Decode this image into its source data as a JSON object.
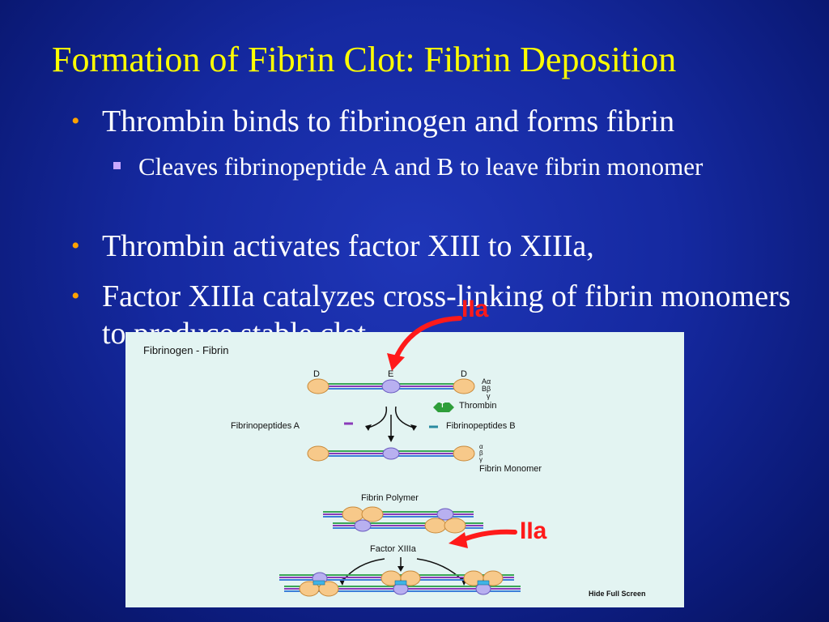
{
  "slide": {
    "title": "Formation of Fibrin Clot: Fibrin Deposition",
    "bullets": [
      {
        "text": "Thrombin binds to fibrinogen and forms fibrin"
      },
      {
        "text": "Thrombin activates factor XIII to XIIIa,"
      },
      {
        "text": "Factor XIIIa catalyzes cross-linking of fibrin monomers to produce stable clot"
      }
    ],
    "sub_bullet": "Cleaves fibrinopeptide A and B to leave fibrin monomer",
    "bullet_marker": "•"
  },
  "annotations": {
    "iia_top": "IIa",
    "iia_mid": "IIa",
    "arrow_color": "#ff1a1a"
  },
  "diagram": {
    "title": "Fibrinogen - Fibrin",
    "label_d_left": "D",
    "label_e": "E",
    "label_d_right": "D",
    "chain_alpha": "Aα",
    "chain_beta": "Bβ",
    "chain_gamma": "γ",
    "thrombin_badge": "T",
    "thrombin_label": "Thrombin",
    "fibrinopeptides_a": "Fibrinopeptides  A",
    "fibrinopeptides_b": "Fibrinopeptides  B",
    "mono_alpha": "α",
    "mono_beta": "β",
    "mono_gamma": "γ",
    "fibrin_monomer": "Fibrin Monomer",
    "fibrin_polymer": "Fibrin Polymer",
    "factor_xiiia": "Factor XIIIa",
    "hide_full_screen": "Hide Full Screen",
    "colors": {
      "node_d": "#f7c98a",
      "node_e": "#b8b0f0",
      "chain_green": "#3aa657",
      "chain_purple": "#8a3ab9",
      "chain_blue": "#3d7fd9",
      "thrombin": "#2e9e3a",
      "crosslink": "#3fb4e6"
    }
  }
}
